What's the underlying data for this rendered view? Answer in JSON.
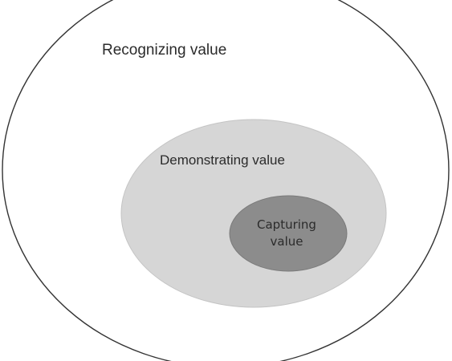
{
  "diagram": {
    "outer": {
      "label": "Recognizing value",
      "fill": "#ffffff",
      "stroke": "#333333"
    },
    "middle": {
      "label": "Demonstrating value",
      "fill": "#d6d6d6",
      "stroke": "#c4c4c4"
    },
    "inner": {
      "label_line1": "Capturing",
      "label_line2": "value",
      "fill": "#8c8c8c",
      "stroke": "#7a7a7a"
    }
  }
}
